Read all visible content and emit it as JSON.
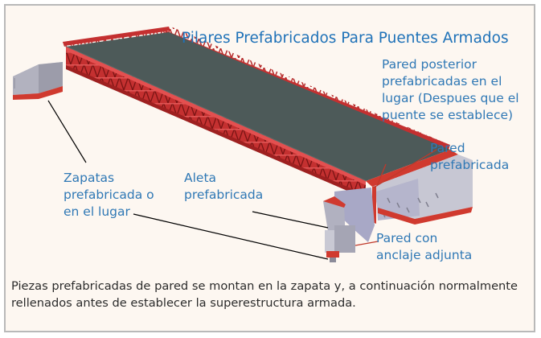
{
  "title": "Pilares Prefabricados Para Puentes Armados",
  "labels": {
    "backwall": [
      "Pared posterior",
      "prefabricadas en el",
      "lugar (Despues que el",
      "puente se establece)"
    ],
    "wall": [
      "Pared",
      "prefabricada"
    ],
    "footings": [
      "Zapatas",
      "prefabricada o",
      "en el lugar"
    ],
    "wingwall": [
      "Aleta",
      "prefabricada"
    ],
    "anchored_wall": [
      "Pared con",
      "anclaje adjunta"
    ]
  },
  "caption": "Piezas prefabricadas de pared se montan en la zapata y, a continuación normalmente rellenados antes de establecer la superestructura armada.",
  "colors": {
    "truss": "#c83232",
    "deck": "#4d5a59",
    "abutment": "#b9b9c4",
    "label_text": "#2f78b5",
    "border": "#b9b9b9"
  }
}
